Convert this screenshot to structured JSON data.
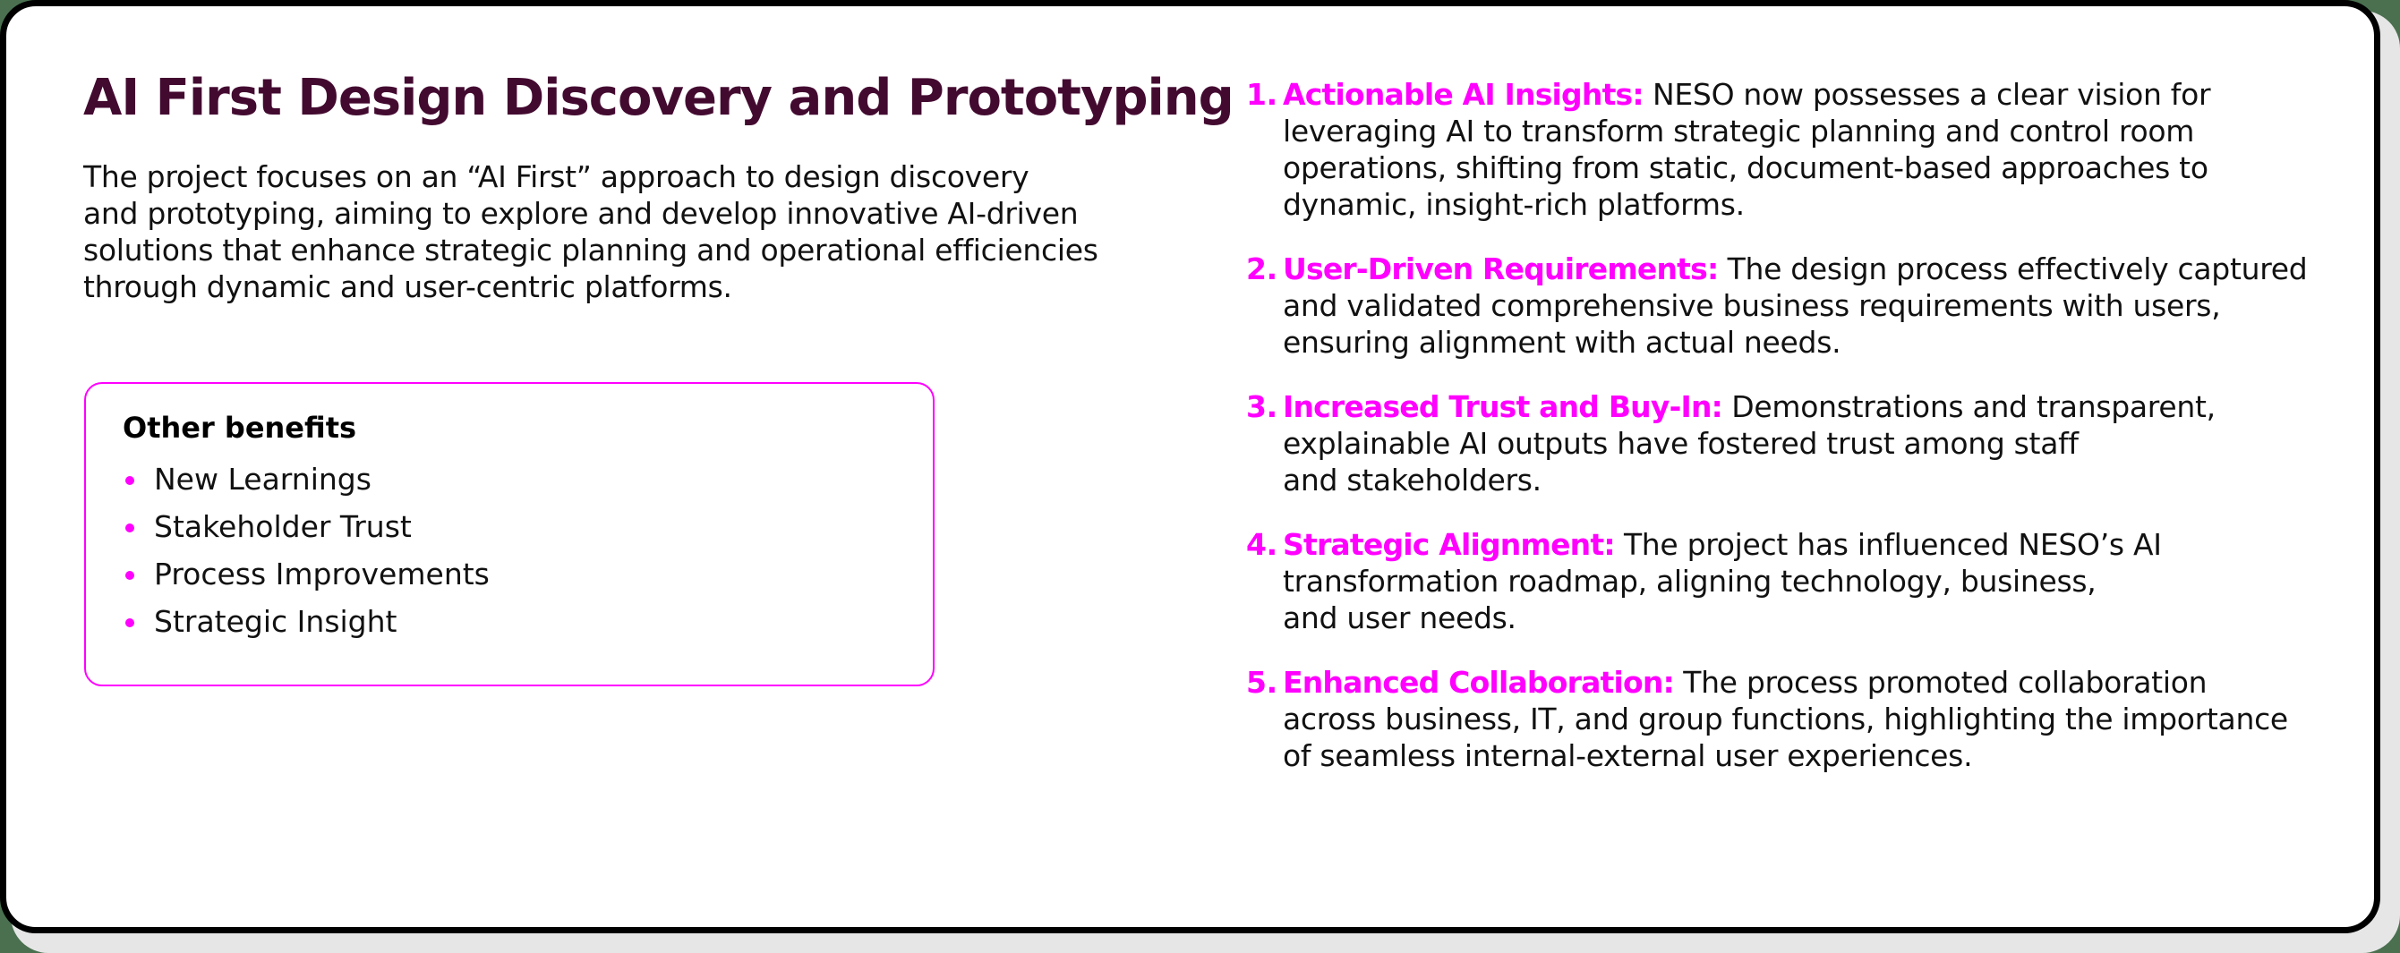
{
  "colors": {
    "title": "#430a30",
    "accent": "#ff00ff",
    "text": "#111111",
    "frame": "#000000",
    "background": "#4a7050"
  },
  "header": {
    "title": "AI First Design Discovery and Prototyping"
  },
  "intro": {
    "lines": [
      "The project focuses on an “AI First” approach to design discovery",
      "and prototyping, aiming to explore and develop innovative AI-driven",
      "solutions that enhance strategic planning and operational efficiencies",
      "through dynamic and user-centric platforms."
    ]
  },
  "benefits": {
    "heading": "Other benefits",
    "items": [
      "New Learnings",
      "Stakeholder Trust",
      "Process Improvements",
      "Strategic Insight"
    ]
  },
  "findings": [
    {
      "number": "1.",
      "label": "Actionable AI Insights:",
      "lines": [
        " NESO now possesses a clear vision for",
        "leveraging AI to transform strategic planning and control room",
        "operations, shifting from static, document-based approaches to",
        "dynamic, insight-rich platforms."
      ]
    },
    {
      "number": "2.",
      "label": "User-Driven Requirements:",
      "lines": [
        " The design process effectively captured",
        "and validated comprehensive business requirements with users,",
        "ensuring alignment with actual needs."
      ]
    },
    {
      "number": "3.",
      "label": "Increased Trust and Buy-In:",
      "lines": [
        " Demonstrations and transparent,",
        "explainable AI outputs have fostered trust among staff",
        "and stakeholders."
      ]
    },
    {
      "number": "4.",
      "label": "Strategic Alignment:",
      "lines": [
        " The project has influenced NESO’s AI",
        "transformation roadmap, aligning technology, business,",
        "and user needs."
      ]
    },
    {
      "number": "5.",
      "label": "Enhanced Collaboration:",
      "lines": [
        " The process promoted collaboration",
        "across business, IT, and group functions, highlighting the importance",
        "of seamless internal-external user experiences."
      ]
    }
  ]
}
